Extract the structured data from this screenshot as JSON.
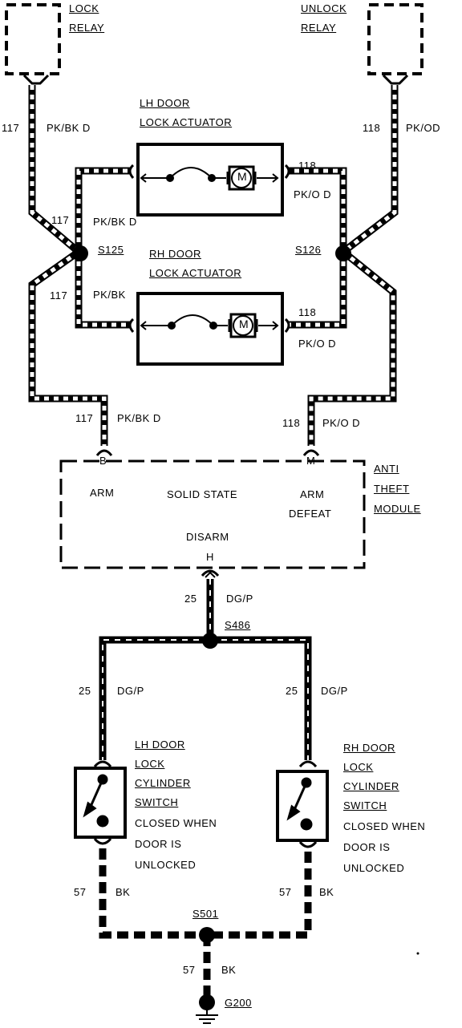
{
  "diagram": {
    "components": {
      "lock_relay": [
        "LOCK",
        "RELAY"
      ],
      "unlock_relay": [
        "UNLOCK",
        "RELAY"
      ],
      "lh_actuator": [
        "LH DOOR",
        "LOCK ACTUATOR"
      ],
      "rh_actuator": [
        "RH DOOR",
        "LOCK ACTUATOR"
      ],
      "motor": "M",
      "module_name": [
        "ANTI",
        "THEFT",
        "MODULE"
      ],
      "module_text": "SOLID STATE",
      "lh_switch": [
        "LH DOOR",
        "LOCK",
        "CYLINDER",
        "SWITCH"
      ],
      "rh_switch": [
        "RH DOOR",
        "LOCK",
        "CYLINDER",
        "SWITCH"
      ],
      "switch_note": [
        "CLOSED WHEN",
        "DOOR IS",
        "UNLOCKED"
      ]
    },
    "pins": {
      "b": "B",
      "arm": "ARM",
      "m": "M",
      "arm_defeat": [
        "ARM",
        "DEFEAT"
      ],
      "h": "H",
      "disarm": "DISARM"
    },
    "splices": {
      "s125": "S125",
      "s126": "S126",
      "s486": "S486",
      "s501": "S501",
      "g200": "G200"
    },
    "wires": {
      "w117_top": {
        "num": "117",
        "color": "PK/BK D"
      },
      "w117_lh": {
        "num": "117",
        "color": "PK/BK D"
      },
      "w117_rh": {
        "num": "117",
        "color": "PK/BK"
      },
      "w117_mod": {
        "num": "117",
        "color": "PK/BK D"
      },
      "w118_top": {
        "num": "118",
        "color": "PK/OD"
      },
      "w118_lh": {
        "num": "118",
        "color": "PK/O D"
      },
      "w118_rh": {
        "num": "118",
        "color": "PK/O D"
      },
      "w118_mod": {
        "num": "118",
        "color": "PK/O D"
      },
      "w25_h": {
        "num": "25",
        "color": "DG/P"
      },
      "w25_l": {
        "num": "25",
        "color": "DG/P"
      },
      "w25_r": {
        "num": "25",
        "color": "DG/P"
      },
      "w57_l": {
        "num": "57",
        "color": "BK"
      },
      "w57_r": {
        "num": "57",
        "color": "BK"
      },
      "w57_g": {
        "num": "57",
        "color": "BK"
      }
    }
  }
}
